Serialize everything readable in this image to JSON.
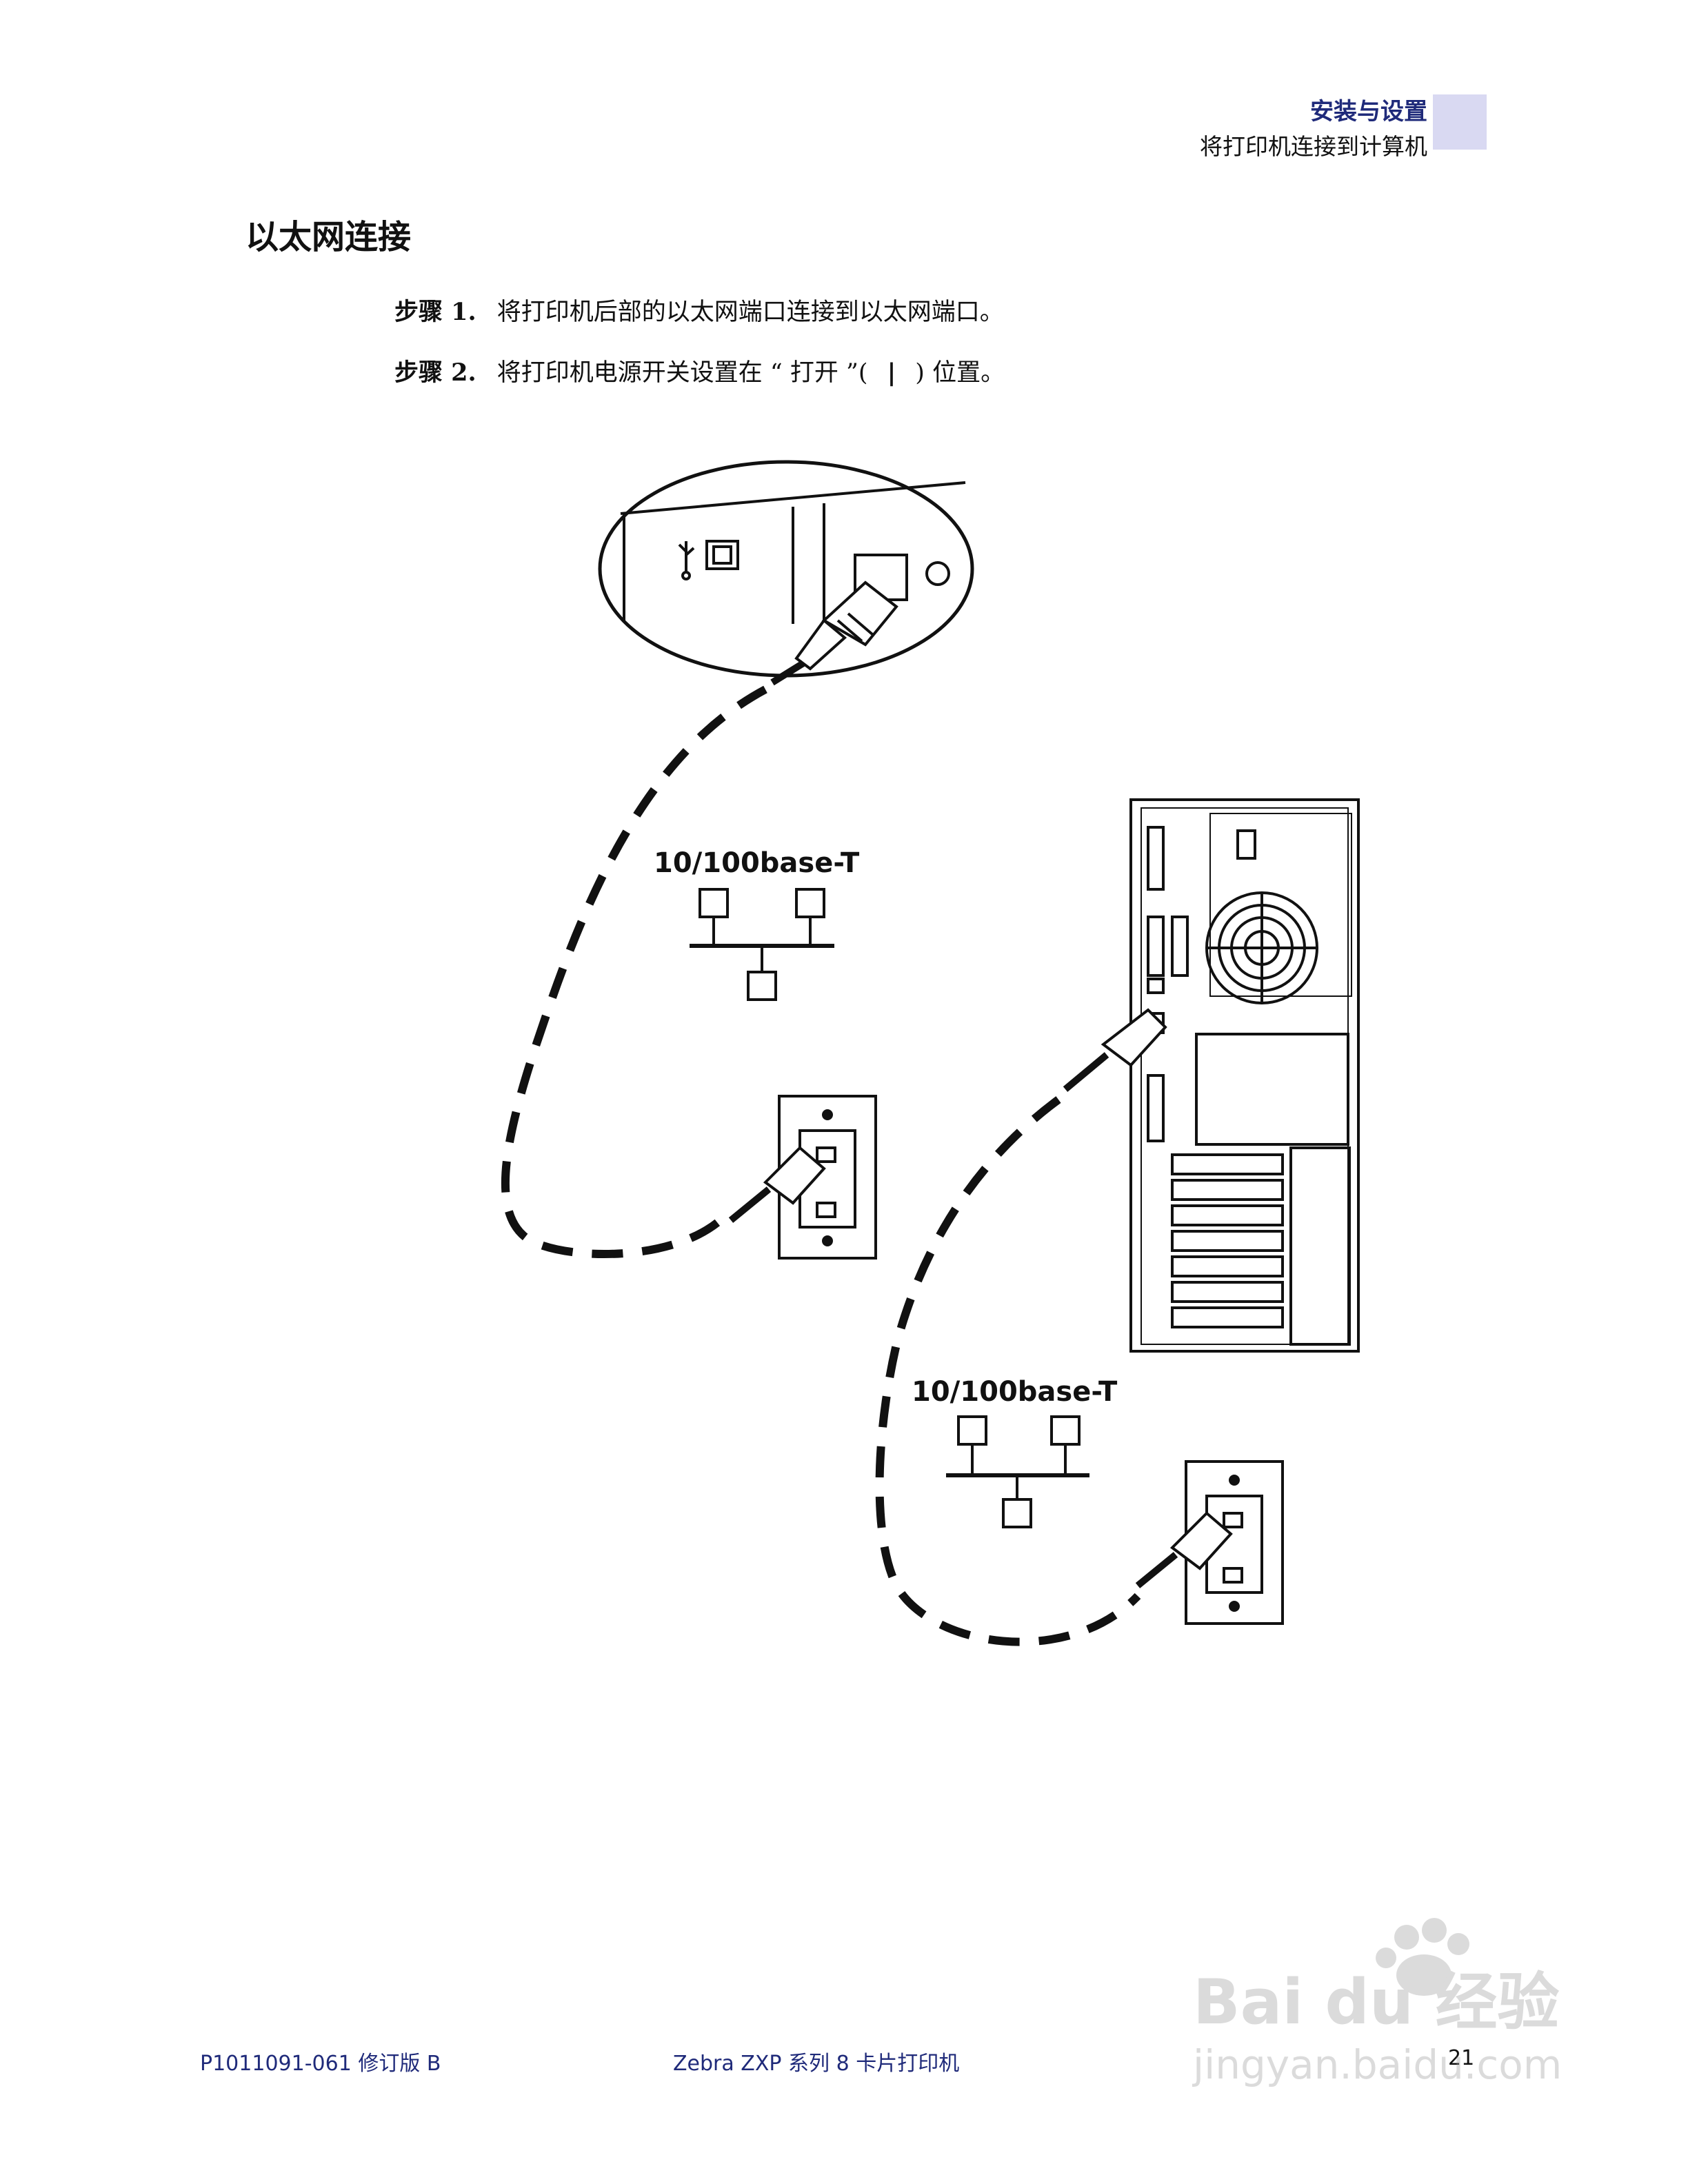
{
  "header": {
    "section": "安装与设置",
    "subsection": "将打印机连接到计算机"
  },
  "title": "以太网连接",
  "steps": [
    {
      "label": "步骤 1.",
      "text": "将打印机后部的以太网端口连接到以太网端口。"
    },
    {
      "label": "步骤 2.",
      "text_before": "将打印机电源开关设置在 “ 打开 ”(",
      "symbol": "|",
      "text_after": ") 位置。"
    }
  ],
  "figure": {
    "network_label_1": "10/100base-T",
    "network_label_2": "10/100base-T"
  },
  "footer": {
    "doc_id": "P1011091-061 修订版 B",
    "product": "Zebra ZXP 系列 8 卡片打印机",
    "page": "21"
  },
  "watermark": {
    "brand": "Bai du 经验",
    "url": "jingyan.baidu.com"
  }
}
